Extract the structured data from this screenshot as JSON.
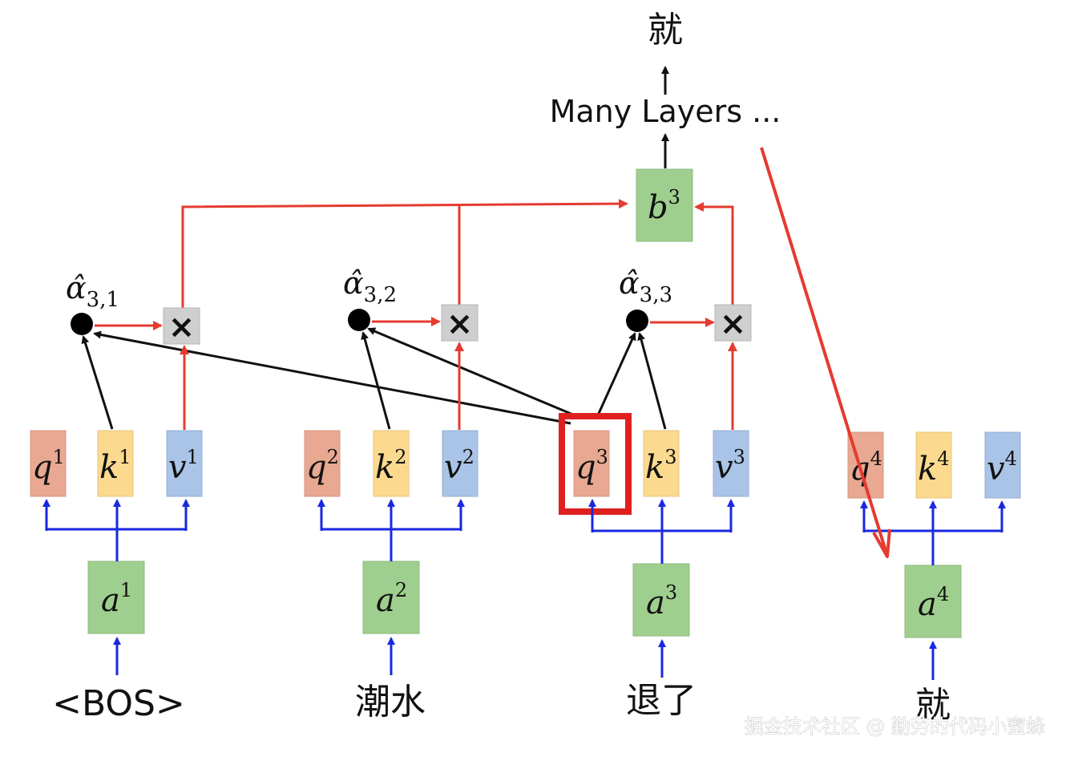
{
  "top_output": "就",
  "layers_text": "Many Layers ...",
  "b_label": {
    "base": "b",
    "sup": "3"
  },
  "alphas": [
    {
      "base": "α̂",
      "sub": "3,1"
    },
    {
      "base": "α̂",
      "sub": "3,2"
    },
    {
      "base": "α̂",
      "sub": "3,3"
    }
  ],
  "multiply_symbol": "×",
  "groups": [
    {
      "index": "1",
      "token": "<BOS>",
      "q": "q",
      "k": "k",
      "v": "v",
      "a": "a"
    },
    {
      "index": "2",
      "token": "潮水",
      "q": "q",
      "k": "k",
      "v": "v",
      "a": "a"
    },
    {
      "index": "3",
      "token": "退了",
      "q": "q",
      "k": "k",
      "v": "v",
      "a": "a"
    },
    {
      "index": "4",
      "token": "就",
      "q": "q",
      "k": "k",
      "v": "v",
      "a": "a"
    }
  ],
  "watermark": "掘金技术社区 @ 勤劳的代码小蜜蜂",
  "colors": {
    "q_box": "#e8a891",
    "k_box": "#fbd98f",
    "v_box": "#a9c4e6",
    "a_box": "#9fcf8e",
    "red": "#e53b31",
    "blue": "#1a28e0",
    "highlight": "#e02020"
  }
}
